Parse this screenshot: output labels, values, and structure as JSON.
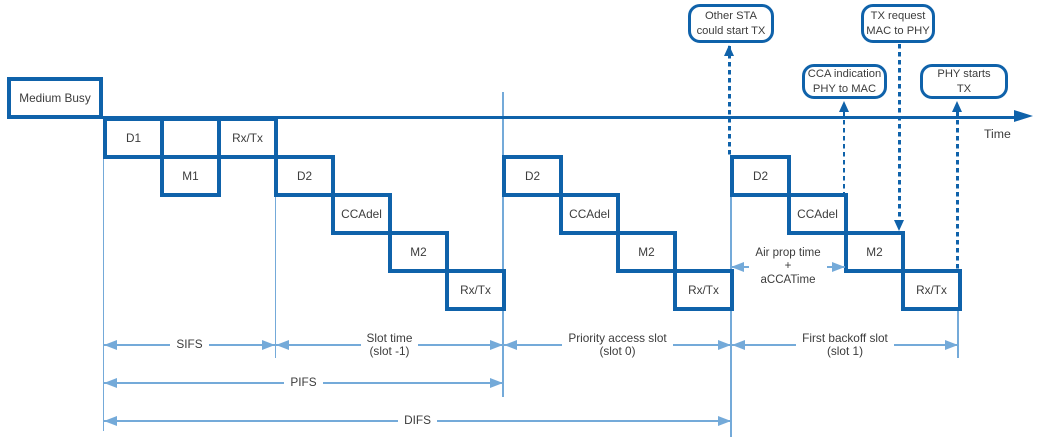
{
  "colors": {
    "dark_blue": "#0F62AA",
    "light_blue": "#74AAD9",
    "text": "#3C3C3C"
  },
  "axis_label": "Time",
  "medium_busy_label": "Medium Busy",
  "boxes": [
    {
      "label": "D1",
      "col": 0,
      "row": 0
    },
    {
      "label": "",
      "col": 1,
      "row": 0
    },
    {
      "label": "M1",
      "col": 1,
      "row": 1
    },
    {
      "label": "Rx/Tx",
      "col": 2,
      "row": 0
    },
    {
      "label": "D2",
      "col": 3,
      "row": 1
    },
    {
      "label": "CCAdel",
      "col": 4,
      "row": 2
    },
    {
      "label": "M2",
      "col": 5,
      "row": 3
    },
    {
      "label": "Rx/Tx",
      "col": 6,
      "row": 4
    },
    {
      "label": "D2",
      "col": 7,
      "row": 1
    },
    {
      "label": "CCAdel",
      "col": 8,
      "row": 2
    },
    {
      "label": "M2",
      "col": 9,
      "row": 3
    },
    {
      "label": "Rx/Tx",
      "col": 10,
      "row": 4
    },
    {
      "label": "D2",
      "col": 11,
      "row": 1
    },
    {
      "label": "CCAdel",
      "col": 12,
      "row": 2
    },
    {
      "label": "M2",
      "col": 13,
      "row": 3
    },
    {
      "label": "Rx/Tx",
      "col": 14,
      "row": 4
    }
  ],
  "callouts": [
    {
      "lines": [
        "Other STA",
        "could start TX"
      ],
      "direction": "up"
    },
    {
      "lines": [
        "TX request",
        "MAC to PHY"
      ],
      "direction": "down"
    },
    {
      "lines": [
        "CCA indication",
        "PHY to MAC"
      ],
      "direction": "up"
    },
    {
      "lines": [
        "PHY starts",
        "TX"
      ],
      "direction": "up"
    }
  ],
  "measurements": [
    {
      "line1": "SIFS",
      "line2": ""
    },
    {
      "line1": "Slot time",
      "line2": "(slot -1)"
    },
    {
      "line1": "Priority access slot",
      "line2": "(slot 0)"
    },
    {
      "line1": "First backoff slot",
      "line2": "(slot 1)"
    },
    {
      "line1": "PIFS",
      "line2": ""
    },
    {
      "line1": "DIFS",
      "line2": ""
    }
  ],
  "air_prop": {
    "line1": "Air prop time",
    "line2": "+",
    "line3": "aCCATime"
  }
}
